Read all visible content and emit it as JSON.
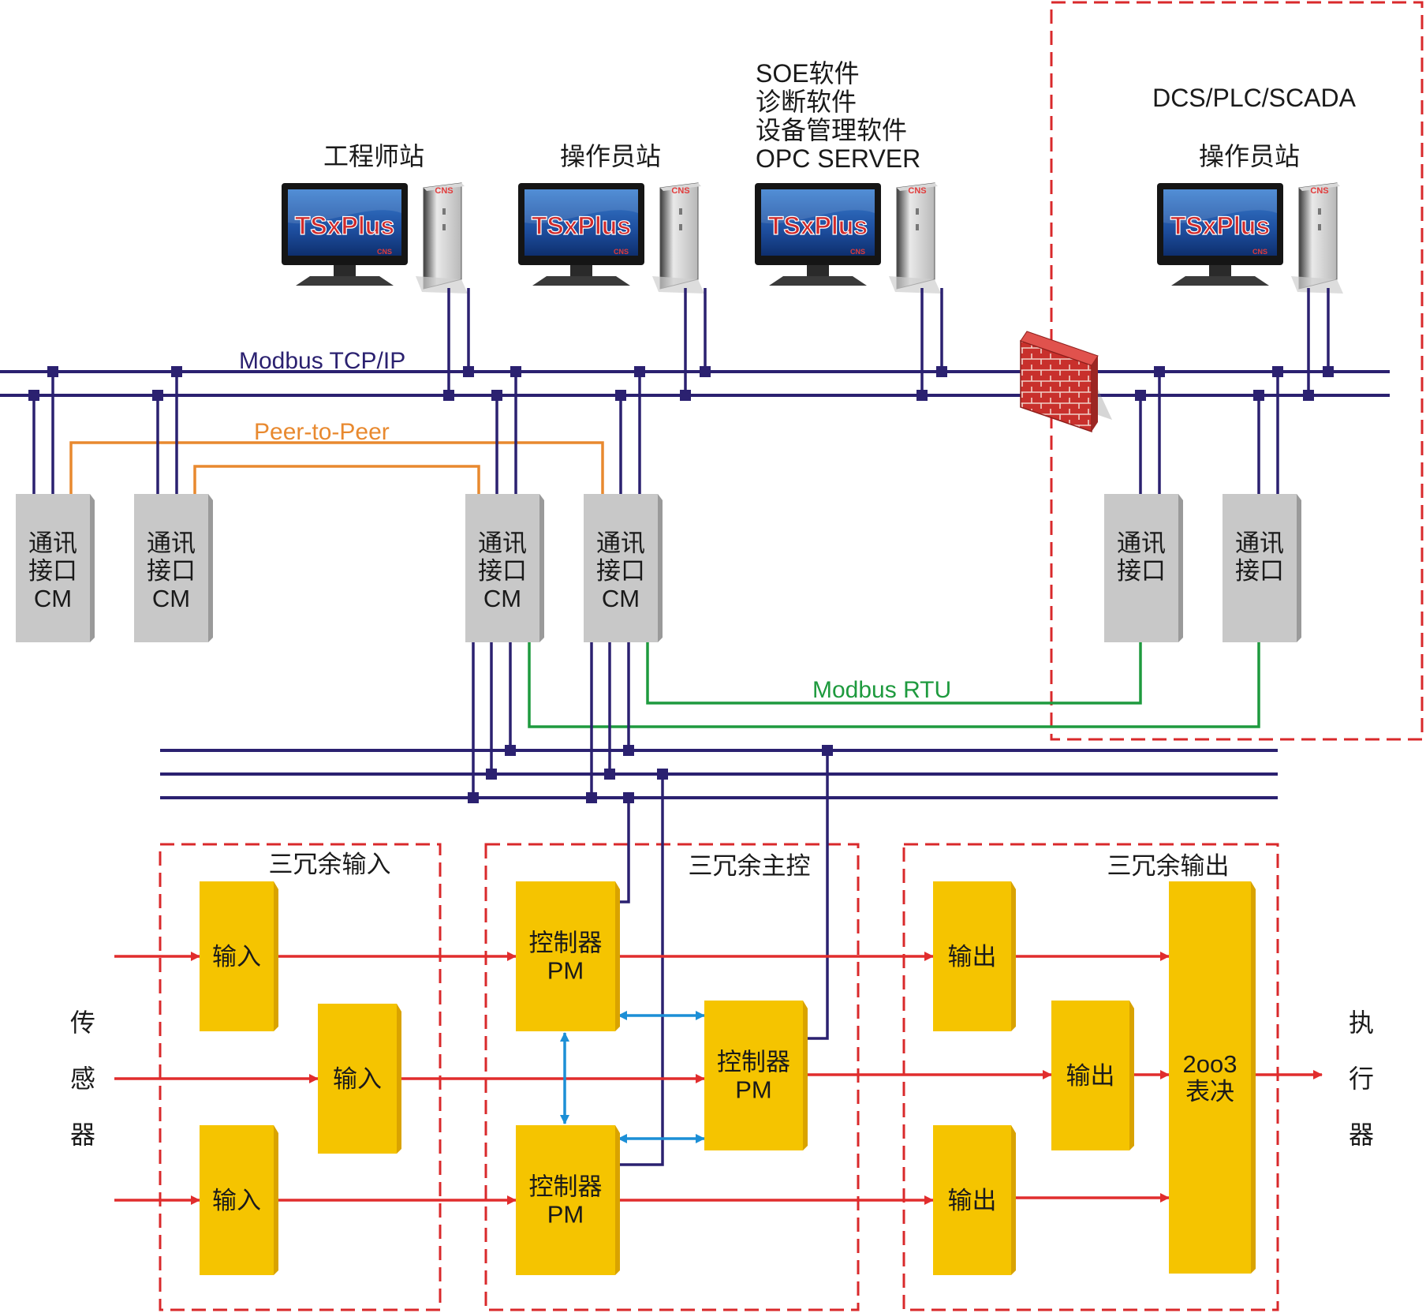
{
  "colors": {
    "bus": "#2b2170",
    "peer": "#e8892f",
    "rtu": "#1e9a3e",
    "signal": "#e12d2d",
    "sync": "#1c8fd6",
    "module": "#f5c400",
    "module_side": "#d9a300",
    "cm": "#c8c8c8",
    "cm_side": "#9a9a9a",
    "zone": "#d9292b"
  },
  "stations": {
    "engineer": "工程师站",
    "operator": "操作员站",
    "software": [
      "SOE软件",
      "诊断软件",
      "设备管理软件",
      "OPC SERVER"
    ],
    "external_title": "DCS/PLC/SCADA",
    "external_operator": "操作员站",
    "screen_brand": "TSxPlus",
    "badge": "CNS"
  },
  "buses": {
    "tcp": "Modbus TCP/IP",
    "peer": "Peer-to-Peer",
    "rtu": "Modbus RTU"
  },
  "cm": {
    "line1": "通讯",
    "line2": "接口",
    "line3": "CM"
  },
  "zones": {
    "input": "三冗余输入",
    "main": "三冗余主控",
    "output": "三冗余输出"
  },
  "modules": {
    "input": "输入",
    "controller": "控制器",
    "pm": "PM",
    "output": "输出",
    "voter_l1": "2oo3",
    "voter_l2": "表决"
  },
  "sides": {
    "sensor": [
      "传",
      "感",
      "器"
    ],
    "actuator": [
      "执",
      "行",
      "器"
    ]
  }
}
